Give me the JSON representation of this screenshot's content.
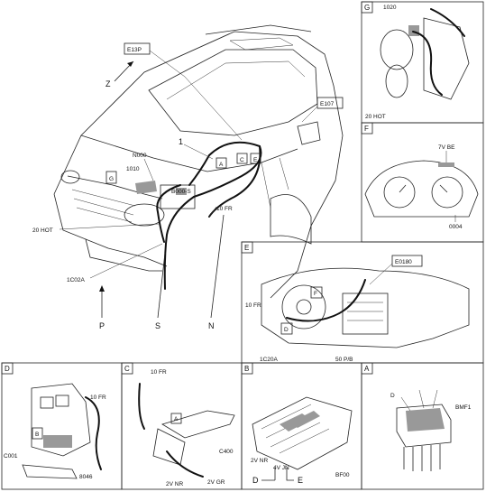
{
  "main_view": {
    "zone_labels": [
      "Z",
      "P",
      "S",
      "N"
    ],
    "callouts": {
      "e13p": "E13P",
      "e107": "E107",
      "n000": "N000",
      "c1010": "1010",
      "b000": "B000-S",
      "hot": "20 HOT",
      "fr10": "10 FR",
      "ic02a": "1C02A",
      "one": "1",
      "g": "G",
      "a": "A",
      "c": "C",
      "e": "E"
    }
  },
  "panels": {
    "G": {
      "letter": "G",
      "c1020": "1020",
      "hot": "20 HOT"
    },
    "F": {
      "letter": "F",
      "be": "7V BE",
      "c0004": "0004"
    },
    "E": {
      "letter": "E",
      "e0180": "E0180",
      "fr10": "10 FR",
      "f": "F",
      "d": "D",
      "ic20a": "1C20A",
      "pb": "50 P/B"
    },
    "D": {
      "letter": "D",
      "fr10": "10 FR",
      "b": "B",
      "c001": "C001",
      "c8046": "8046"
    },
    "C": {
      "letter": "C",
      "fr10": "10 FR",
      "a": "A",
      "c400": "C400",
      "nr": "2V NR",
      "gr": "2V GR"
    },
    "B": {
      "letter": "B",
      "nr": "2V NR",
      "jn": "4V JN",
      "d": "D",
      "e": "E",
      "bf00": "BF00"
    },
    "A": {
      "letter": "A",
      "d": "D",
      "bmf1": "BMF1"
    }
  },
  "colors": {
    "line": "#222222",
    "hatch": "#999999",
    "background": "#ffffff"
  }
}
